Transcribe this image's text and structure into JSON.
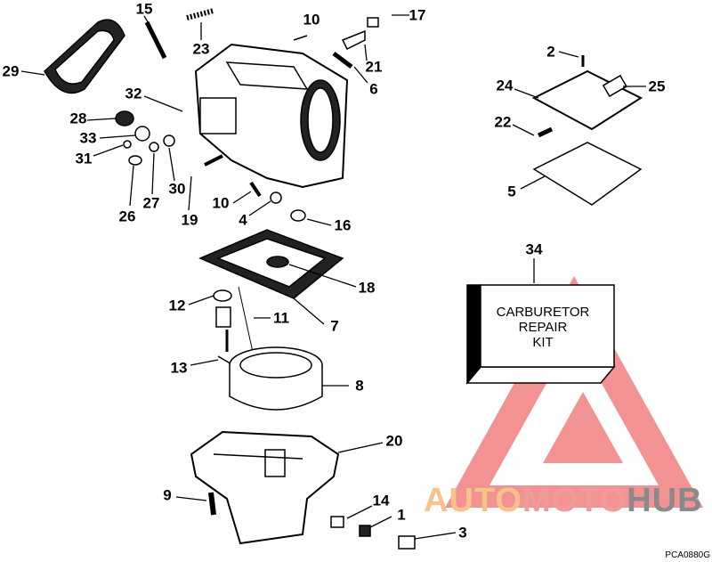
{
  "diagram": {
    "callouts": [
      "15",
      "23",
      "29",
      "10",
      "17",
      "21",
      "6",
      "2",
      "24",
      "25",
      "32",
      "28",
      "33",
      "31",
      "22",
      "5",
      "30",
      "27",
      "26",
      "19",
      "10",
      "4",
      "16",
      "34",
      "18",
      "12",
      "11",
      "7",
      "13",
      "8",
      "20",
      "9",
      "14",
      "1",
      "3"
    ],
    "kit_label": [
      "CARBURETOR",
      "REPAIR",
      "KIT"
    ],
    "drawing_code": "PCA0880G"
  },
  "watermark": {
    "part1": "AUTO",
    "part2": "MOTO",
    "part3": "HUB",
    "colors": {
      "auto": "#f7c38a",
      "moto": "#f19a9a",
      "hub": "#8a8a8a",
      "triangle": "#f08080"
    }
  }
}
